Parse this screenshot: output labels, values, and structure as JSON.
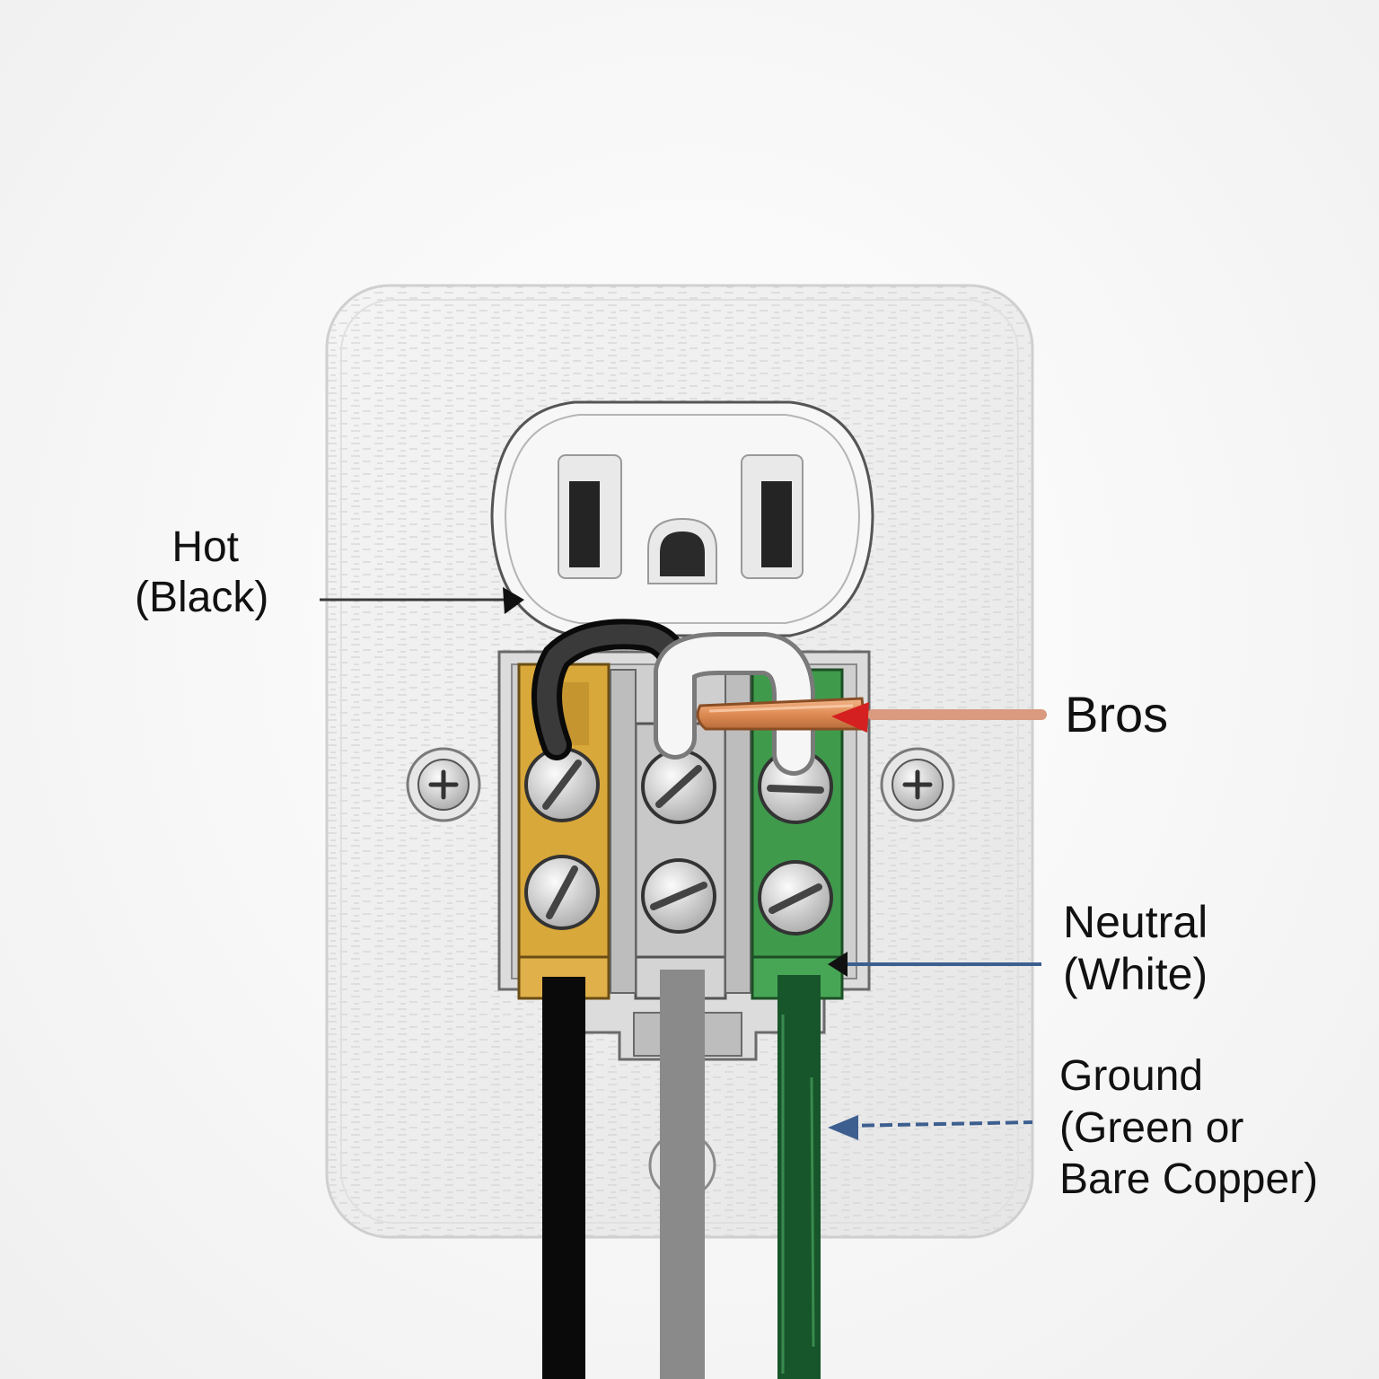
{
  "labels": {
    "hot": {
      "line1": "Hot",
      "line2": "(Black)"
    },
    "bros": {
      "line1": "Bros"
    },
    "neutral": {
      "line1": "Neutral",
      "line2": "(White)"
    },
    "ground": {
      "line1": "Ground",
      "line2": "(Green or",
      "line3": "Bare Copper)"
    }
  },
  "colors": {
    "hot_wire": "#1c1c1c",
    "neutral_wire": "#f4f4f4",
    "ground_wire": "#2f8a45",
    "copper_wire": "#e0905a",
    "brass_terminal": "#d9a83a",
    "arrow_red": "#d42020",
    "leader_blue": "#3d5f8f",
    "leader_copper": "#d99a80"
  }
}
